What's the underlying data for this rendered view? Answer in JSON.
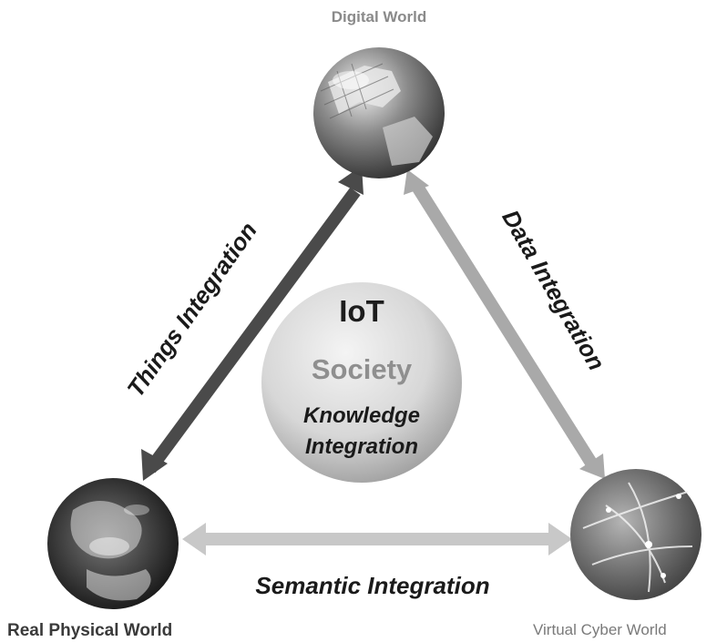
{
  "nodes": {
    "digital": "Digital World",
    "real": "Real Physical World",
    "virtual": "Virtual Cyber World"
  },
  "center": {
    "line1": "IoT",
    "line2": "Society",
    "line3": "Knowledge",
    "line4": "Integration"
  },
  "edges": {
    "left": "Things Integration",
    "right": "Data Integration",
    "bottom": "Semantic Integration"
  },
  "colors": {
    "left_arrow": "#4a4a4a",
    "right_arrow": "#a9a9a9",
    "bottom_arrow": "#c8c8c8"
  },
  "icons": {
    "digital": "globe-grid-icon",
    "real": "earth-satellite-icon",
    "virtual": "network-globe-icon"
  }
}
